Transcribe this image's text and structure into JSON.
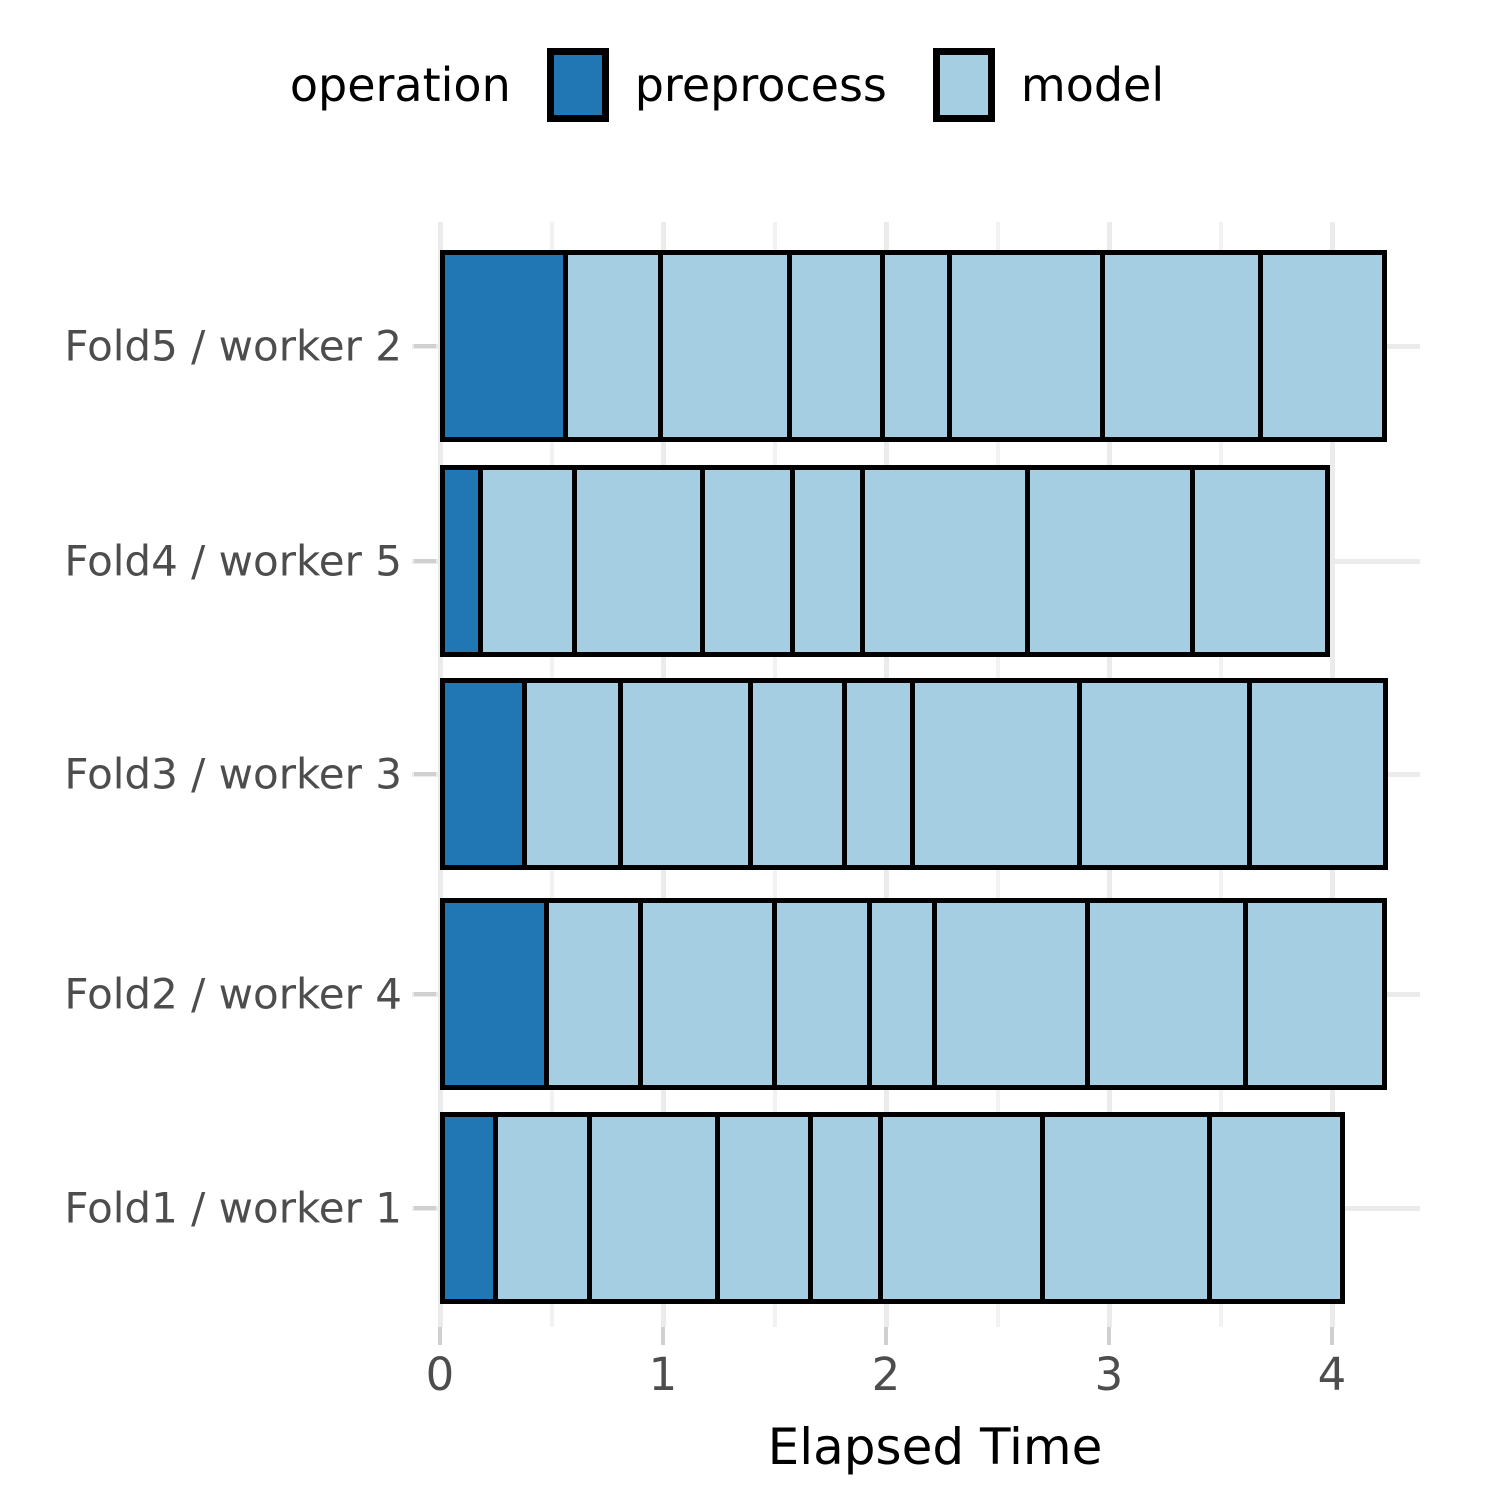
{
  "legend": {
    "title": "operation",
    "items": [
      {
        "label": "preprocess",
        "color": "#2077b4"
      },
      {
        "label": "model",
        "color": "#a6cee3"
      }
    ]
  },
  "axes": {
    "x_title": "Elapsed Time",
    "x_ticks": [
      "0",
      "1",
      "2",
      "3",
      "4"
    ],
    "y_ticks": [
      "Fold5 / worker 2",
      "Fold4 / worker 5",
      "Fold3 / worker 3",
      "Fold2 / worker 4",
      "Fold1 / worker 1"
    ]
  },
  "chart_data": {
    "type": "bar",
    "orientation": "horizontal",
    "stacked": true,
    "title": "",
    "xlabel": "Elapsed Time",
    "ylabel": "",
    "xlim": [
      0,
      4.4
    ],
    "xticks": [
      0,
      1,
      2,
      3,
      4
    ],
    "minor_xticks": [
      0.5,
      1.5,
      2.5,
      3.5
    ],
    "grid": "vertical-major-and-minor",
    "legend_position": "top",
    "legend_title": "operation",
    "colors": {
      "preprocess": "#2077b4",
      "model": "#a6cee3",
      "outline": "#000000"
    },
    "categories": [
      "Fold5 / worker 2",
      "Fold4 / worker 5",
      "Fold3 / worker 3",
      "Fold2 / worker 4",
      "Fold1 / worker 1"
    ],
    "bars": [
      {
        "category": "Fold5 / worker 2",
        "total": 4.25,
        "segments": [
          {
            "operation": "preprocess",
            "start": 0.0,
            "end": 0.574,
            "width": 0.574
          },
          {
            "operation": "model",
            "start": 0.574,
            "end": 1.0,
            "width": 0.426
          },
          {
            "operation": "model",
            "start": 1.0,
            "end": 1.578,
            "width": 0.578
          },
          {
            "operation": "model",
            "start": 1.578,
            "end": 1.996,
            "width": 0.418
          },
          {
            "operation": "model",
            "start": 1.996,
            "end": 2.296,
            "width": 0.3
          },
          {
            "operation": "model",
            "start": 2.296,
            "end": 2.982,
            "width": 0.686
          },
          {
            "operation": "model",
            "start": 2.982,
            "end": 3.691,
            "width": 0.709
          },
          {
            "operation": "model",
            "start": 3.691,
            "end": 4.247,
            "width": 0.556
          }
        ]
      },
      {
        "category": "Fold4 / worker 5",
        "total": 3.99,
        "segments": [
          {
            "operation": "preprocess",
            "start": 0.0,
            "end": 0.193,
            "width": 0.193
          },
          {
            "operation": "model",
            "start": 0.193,
            "end": 0.614,
            "width": 0.421
          },
          {
            "operation": "model",
            "start": 0.614,
            "end": 1.188,
            "width": 0.574
          },
          {
            "operation": "model",
            "start": 1.188,
            "end": 1.592,
            "width": 0.404
          },
          {
            "operation": "model",
            "start": 1.592,
            "end": 1.906,
            "width": 0.314
          },
          {
            "operation": "model",
            "start": 1.906,
            "end": 2.646,
            "width": 0.74
          },
          {
            "operation": "model",
            "start": 2.646,
            "end": 3.386,
            "width": 0.74
          },
          {
            "operation": "model",
            "start": 3.386,
            "end": 3.991,
            "width": 0.605
          }
        ]
      },
      {
        "category": "Fold3 / worker 3",
        "total": 4.25,
        "segments": [
          {
            "operation": "preprocess",
            "start": 0.0,
            "end": 0.39,
            "width": 0.39
          },
          {
            "operation": "model",
            "start": 0.39,
            "end": 0.821,
            "width": 0.431
          },
          {
            "operation": "model",
            "start": 0.821,
            "end": 1.404,
            "width": 0.583
          },
          {
            "operation": "model",
            "start": 1.404,
            "end": 1.825,
            "width": 0.421
          },
          {
            "operation": "model",
            "start": 1.825,
            "end": 2.13,
            "width": 0.305
          },
          {
            "operation": "model",
            "start": 2.13,
            "end": 2.879,
            "width": 0.749
          },
          {
            "operation": "model",
            "start": 2.879,
            "end": 3.641,
            "width": 0.762
          },
          {
            "operation": "model",
            "start": 3.641,
            "end": 4.251,
            "width": 0.61
          }
        ]
      },
      {
        "category": "Fold2 / worker 4",
        "total": 4.25,
        "segments": [
          {
            "operation": "preprocess",
            "start": 0.0,
            "end": 0.489,
            "width": 0.489
          },
          {
            "operation": "model",
            "start": 0.489,
            "end": 0.91,
            "width": 0.421
          },
          {
            "operation": "model",
            "start": 0.91,
            "end": 1.511,
            "width": 0.601
          },
          {
            "operation": "model",
            "start": 1.511,
            "end": 1.937,
            "width": 0.426
          },
          {
            "operation": "model",
            "start": 1.937,
            "end": 2.229,
            "width": 0.292
          },
          {
            "operation": "model",
            "start": 2.229,
            "end": 2.915,
            "width": 0.686
          },
          {
            "operation": "model",
            "start": 2.915,
            "end": 3.623,
            "width": 0.708
          },
          {
            "operation": "model",
            "start": 3.623,
            "end": 4.247,
            "width": 0.624
          }
        ]
      },
      {
        "category": "Fold1 / worker 1",
        "total": 4.06,
        "segments": [
          {
            "operation": "preprocess",
            "start": 0.0,
            "end": 0.26,
            "width": 0.26
          },
          {
            "operation": "model",
            "start": 0.26,
            "end": 0.681,
            "width": 0.421
          },
          {
            "operation": "model",
            "start": 0.681,
            "end": 1.256,
            "width": 0.575
          },
          {
            "operation": "model",
            "start": 1.256,
            "end": 1.673,
            "width": 0.417
          },
          {
            "operation": "model",
            "start": 1.673,
            "end": 1.987,
            "width": 0.314
          },
          {
            "operation": "model",
            "start": 1.987,
            "end": 2.713,
            "width": 0.726
          },
          {
            "operation": "model",
            "start": 2.713,
            "end": 3.462,
            "width": 0.749
          },
          {
            "operation": "model",
            "start": 3.462,
            "end": 4.058,
            "width": 0.596
          }
        ]
      }
    ]
  }
}
